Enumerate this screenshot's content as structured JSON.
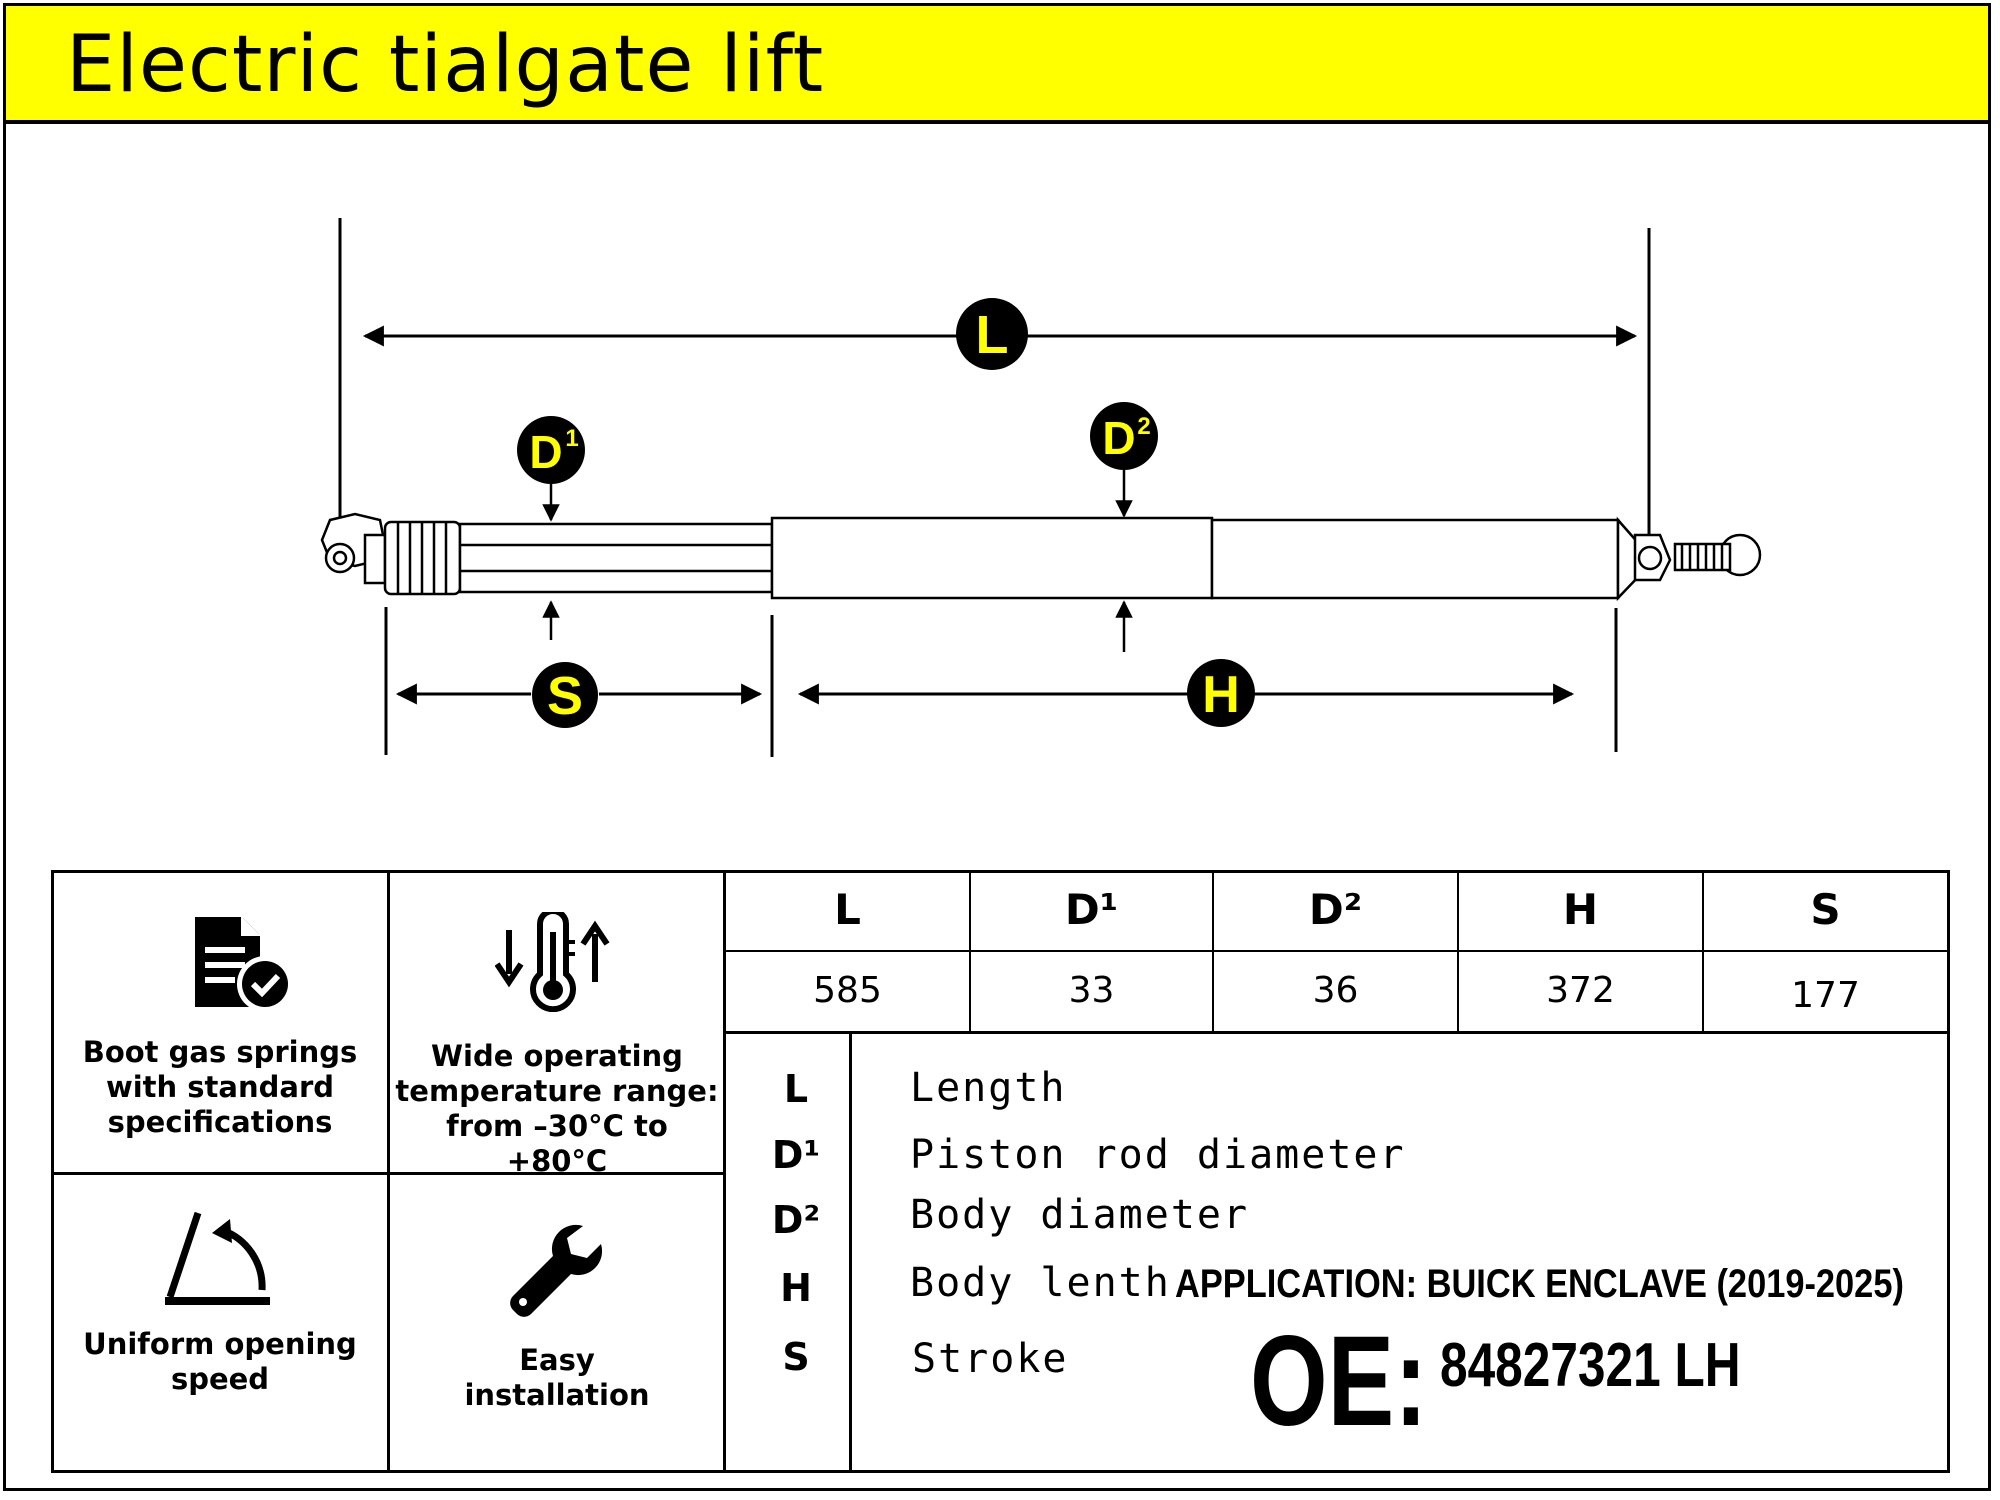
{
  "header": {
    "title": "Electric tialgate lift",
    "background": "#ffff00"
  },
  "diagram": {
    "labels": {
      "L": "L",
      "D1": "D",
      "D1_sup": "1",
      "D2": "D",
      "D2_sup": "2",
      "S": "S",
      "H": "H"
    },
    "label_fill": "#000000",
    "label_text_color": "#ffff00"
  },
  "features": [
    {
      "icon": "document-check-icon",
      "label_lines": [
        "Boot gas springs",
        "with standard",
        "specifications"
      ]
    },
    {
      "icon": "thermometer-icon",
      "label_lines": [
        "Wide operating",
        "temperature range:",
        "from –30°C to +80°C"
      ]
    },
    {
      "icon": "opening-angle-icon",
      "label_lines": [
        "Uniform opening",
        "speed"
      ]
    },
    {
      "icon": "wrench-icon",
      "label_lines": [
        "Easy",
        "installation"
      ]
    }
  ],
  "spec_table": {
    "headers": [
      "L",
      "D¹",
      "D²",
      "H",
      "S"
    ],
    "values": [
      "585",
      "33",
      "36",
      "372",
      "177"
    ]
  },
  "legend": [
    {
      "symbol": "L",
      "text": "Length"
    },
    {
      "symbol": "D¹",
      "text": "Piston rod diameter"
    },
    {
      "symbol": "D²",
      "text": "Body diameter"
    },
    {
      "symbol": "H",
      "text": "Body lenth"
    },
    {
      "symbol": "S",
      "text": "Stroke"
    }
  ],
  "application": "APPLICATION: BUICK ENCLAVE  (2019-2025)",
  "oe": {
    "label": "OE:",
    "number": "84827321 LH"
  }
}
